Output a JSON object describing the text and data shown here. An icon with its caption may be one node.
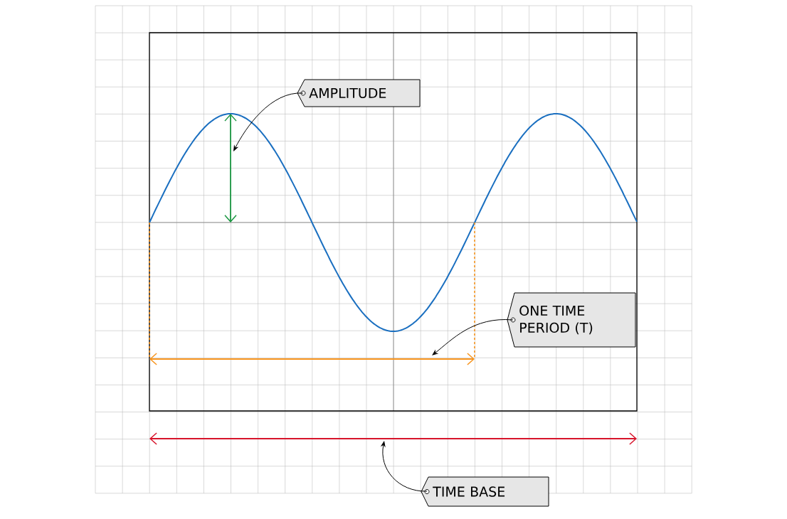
{
  "diagram": {
    "nodes": [
      {
        "text": [
          "AMPLITUDE"
        ]
      },
      {
        "text": [
          "ONE TIME PERIOD (T)"
        ]
      },
      {
        "text": [
          "TIME BASE"
        ]
      }
    ],
    "edges": [
      {
        "from": 0,
        "to": null,
        "arrow": "to"
      },
      {
        "from": 1,
        "to": null,
        "arrow": "to"
      },
      {
        "from": 2,
        "to": null,
        "arrow": "to"
      }
    ]
  }
}
